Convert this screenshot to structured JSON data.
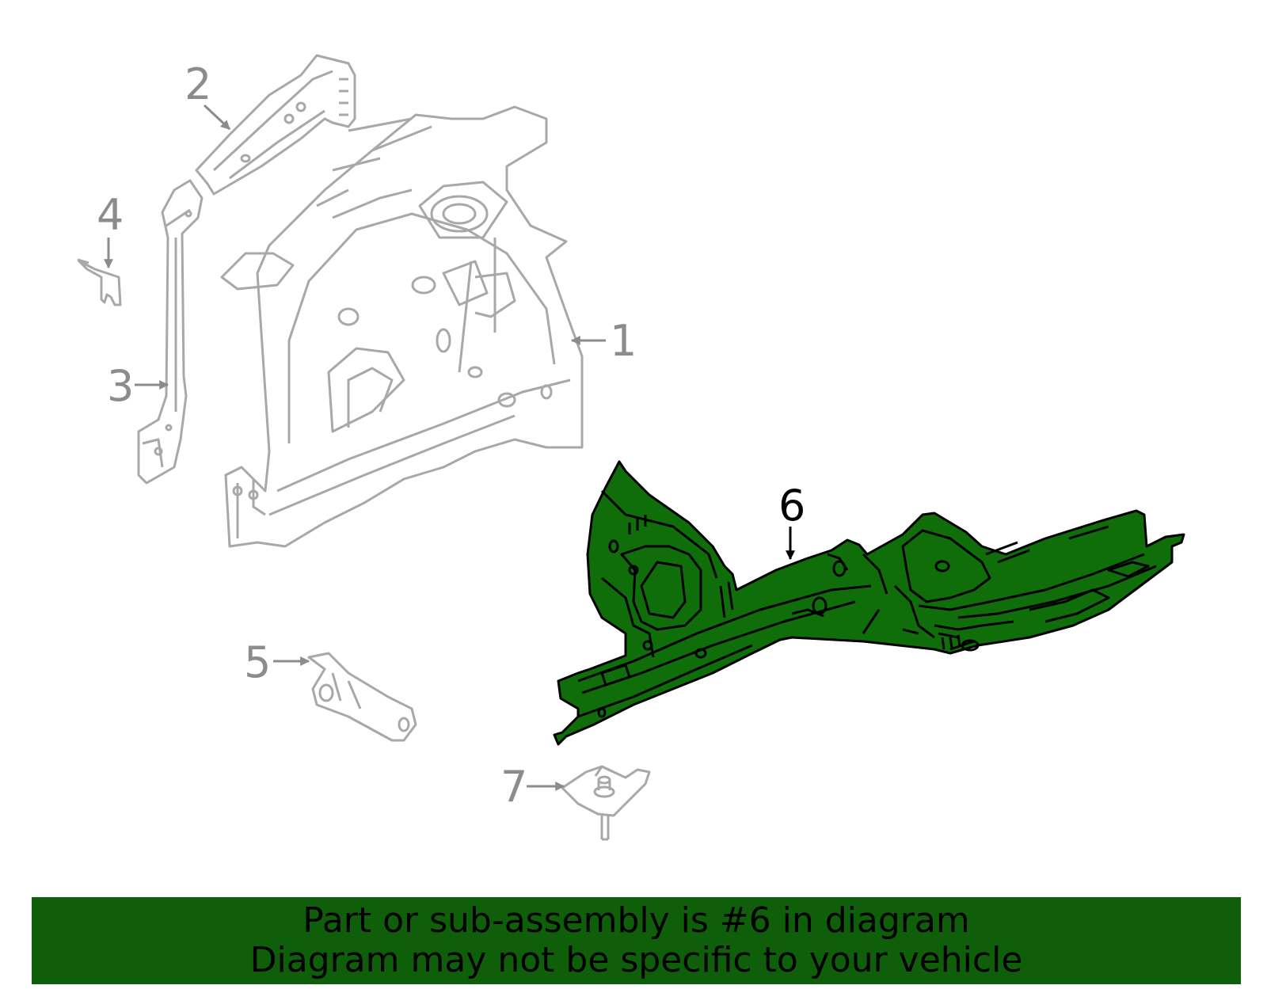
{
  "colors": {
    "highlight_fill": "#0f6e0a",
    "highlight_outline": "#000000",
    "ghost_outline": "#a8a8a8",
    "callout_inactive": "#8c8c8c",
    "callout_active": "#000000",
    "banner_bg": "#0f5e0a"
  },
  "callouts": [
    {
      "number": "1",
      "part": "apron-assembly",
      "highlighted": false
    },
    {
      "number": "2",
      "part": "upper-rail",
      "highlighted": false
    },
    {
      "number": "3",
      "part": "pillar-reinforcement",
      "highlighted": false
    },
    {
      "number": "4",
      "part": "small-bracket",
      "highlighted": false
    },
    {
      "number": "5",
      "part": "mount-bracket",
      "highlighted": false
    },
    {
      "number": "6",
      "part": "side-member",
      "highlighted": true
    },
    {
      "number": "7",
      "part": "stud-bracket",
      "highlighted": false
    }
  ],
  "banner": {
    "line1": "Part or sub-assembly is #6 in diagram",
    "line2": "Diagram may not be specific to your vehicle"
  }
}
